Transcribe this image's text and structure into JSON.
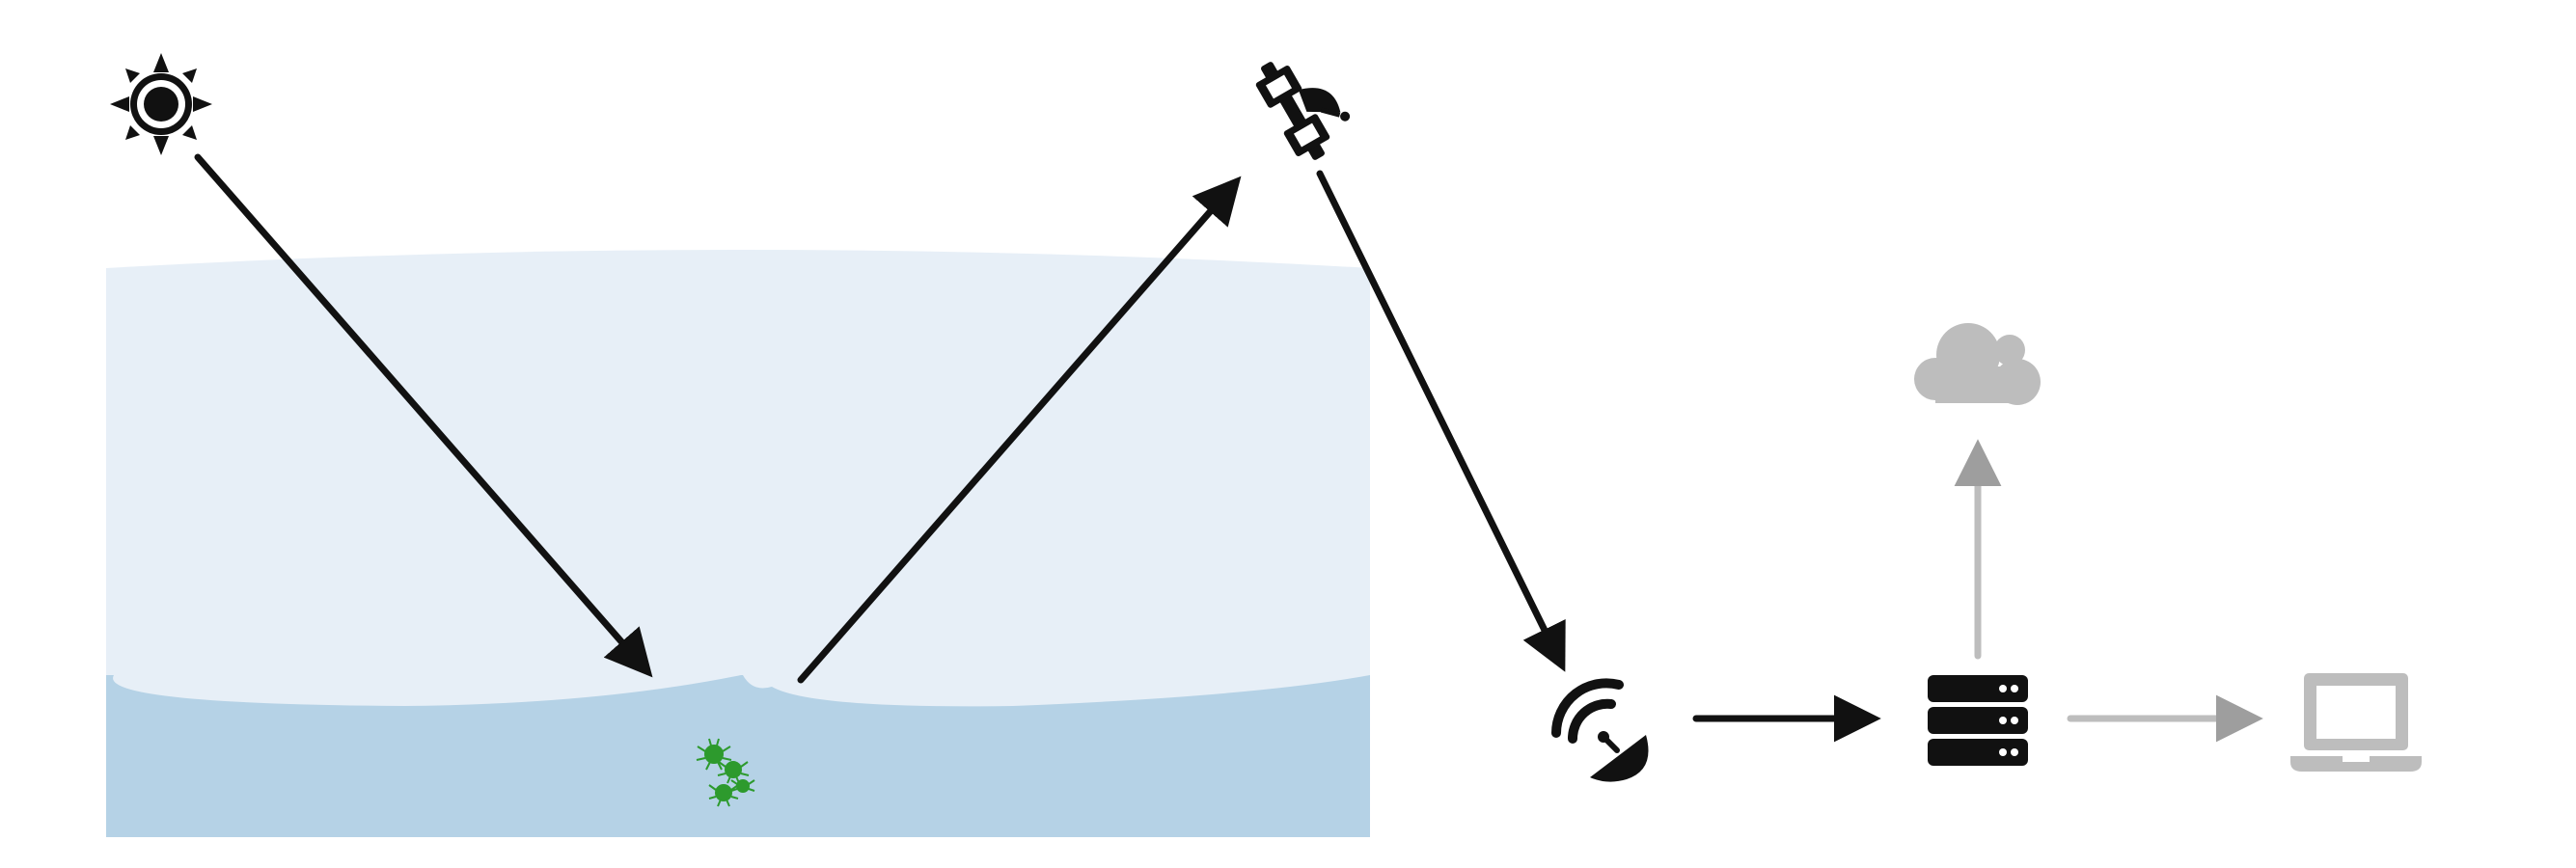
{
  "diagram": {
    "kind": "remote-sensing-data-flow",
    "nodes": [
      {
        "id": "sun",
        "icon": "sun-icon"
      },
      {
        "id": "water-body",
        "icon": "water-body"
      },
      {
        "id": "algae",
        "icon": "algae-icon"
      },
      {
        "id": "satellite",
        "icon": "satellite-icon"
      },
      {
        "id": "ground-station",
        "icon": "satellite-dish-icon"
      },
      {
        "id": "server",
        "icon": "server-icon"
      },
      {
        "id": "cloud",
        "icon": "cloud-icon"
      },
      {
        "id": "laptop",
        "icon": "laptop-icon"
      }
    ],
    "edges": [
      {
        "from": "sun",
        "to": "algae",
        "style": "solid"
      },
      {
        "from": "algae",
        "to": "satellite",
        "style": "solid"
      },
      {
        "from": "satellite",
        "to": "ground-station",
        "style": "solid"
      },
      {
        "from": "ground-station",
        "to": "server",
        "style": "solid"
      },
      {
        "from": "server",
        "to": "cloud",
        "style": "faded"
      },
      {
        "from": "server",
        "to": "laptop",
        "style": "faded"
      }
    ]
  },
  "colors": {
    "sky": "#e7eff7",
    "water": "#b5d2e6",
    "algae": "#2d9a2d",
    "ink": "#111111",
    "faded": "#bdbdbd"
  }
}
